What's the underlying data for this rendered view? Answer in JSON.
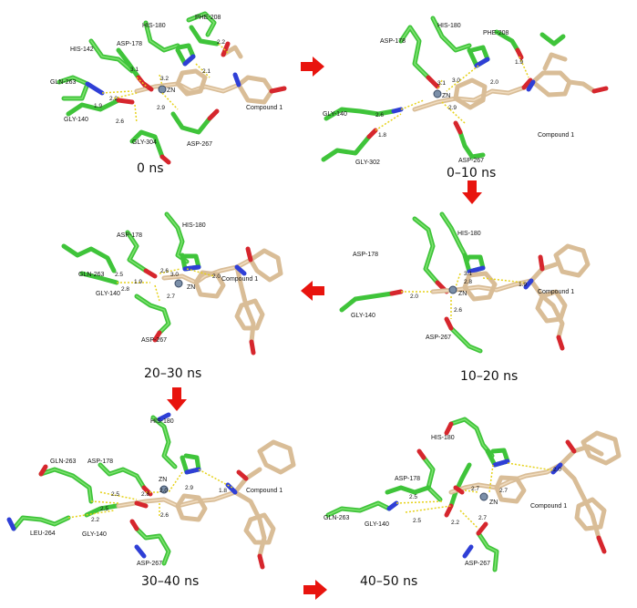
{
  "panels": [
    {
      "time": "0 ns",
      "residues": [
        "HIS-180",
        "PHE-208",
        "HIS-142",
        "ASP-178",
        "GLN-263",
        "GLY-140",
        "GLY-304",
        "ASP-267"
      ],
      "ion": "ZN",
      "ligand": "Compound 1",
      "distances": [
        "2.2",
        "3.1",
        "3.2",
        "2.1",
        "2.2",
        "1.9",
        "2.9",
        "2.6"
      ]
    },
    {
      "time": "0–10 ns",
      "residues": [
        "HIS-180",
        "ASP-178",
        "PHE-208",
        "GLY-140",
        "GLY-302",
        "ASP-267"
      ],
      "ion": "ZN",
      "ligand": "Compound 1",
      "distances": [
        "1.9",
        "2.0",
        "3.1",
        "3.0",
        "2.9",
        "2.6",
        "1.8"
      ]
    },
    {
      "time": "10–20 ns",
      "residues": [
        "HIS-180",
        "ASP-178",
        "GLY-140",
        "ASP-267"
      ],
      "ion": "ZN",
      "ligand": "Compound 1",
      "distances": [
        "3.1",
        "2.8",
        "2.0",
        "1.9",
        "2.6"
      ]
    },
    {
      "time": "20–30 ns",
      "residues": [
        "HIS-180",
        "ASP-178",
        "GLN-263",
        "GLY-140",
        "ASP-267"
      ],
      "ion": "ZN",
      "ligand": "Compound 1",
      "distances": [
        "2.5",
        "2.8",
        "1.9",
        "2.6",
        "3.0",
        "2.0",
        "2.7"
      ]
    },
    {
      "time": "30–40 ns",
      "residues": [
        "HIS-180",
        "ASP-178",
        "GLN-263",
        "LEU-264",
        "GLY-140",
        "ASP-267"
      ],
      "ion": "ZN",
      "ligand": "Compound 1",
      "distances": [
        "2.5",
        "2.8",
        "2.5",
        "2.2",
        "2.0",
        "2.9",
        "1.8",
        "2.6"
      ]
    },
    {
      "time": "40–50 ns",
      "residues": [
        "HIS-180",
        "ASP-178",
        "GLN-263",
        "GLY-140",
        "ASP-267"
      ],
      "ion": "ZN",
      "ligand": "Compound 1",
      "distances": [
        "2.0",
        "2.7",
        "2.7",
        "2.5",
        "2.5",
        "2.2",
        "2.7"
      ]
    }
  ],
  "colors": {
    "carbon_protein": "#3fc43a",
    "carbon_ligand": "#d9bd97",
    "oxygen": "#d6262d",
    "nitrogen": "#2f3fd6",
    "hbond": "#e6d21a",
    "arrow": "#e8140e"
  }
}
